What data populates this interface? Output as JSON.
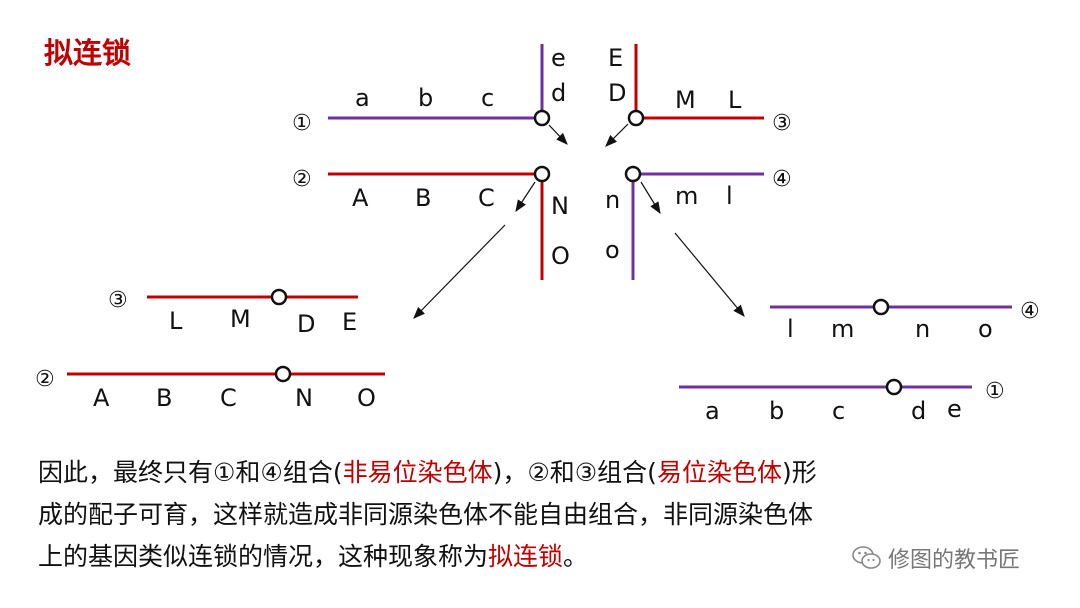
{
  "title": "拟连锁",
  "diagram": {
    "circled": {
      "one": "①",
      "two": "②",
      "three": "③",
      "four": "④"
    },
    "top": {
      "pair1": {
        "horizontal": [
          "a",
          "b",
          "c"
        ],
        "vertical": [
          "e",
          "d"
        ]
      },
      "pair3": {
        "horizontal": [
          "M",
          "L"
        ],
        "vertical": [
          "E",
          "D"
        ]
      },
      "pair2": {
        "horizontal": [
          "A",
          "B",
          "C"
        ],
        "vertical": [
          "N",
          "O"
        ]
      },
      "pair4": {
        "horizontal": [
          "m",
          "l"
        ],
        "vertical": [
          "n",
          "o"
        ]
      }
    },
    "result3": [
      "L",
      "M",
      "D",
      "E"
    ],
    "result2": [
      "A",
      "B",
      "C",
      "N",
      "O"
    ],
    "result4": [
      "l",
      "m",
      "n",
      "o"
    ],
    "result1": [
      "a",
      "b",
      "c",
      "d",
      "e"
    ],
    "colors": {
      "purple": "#7030a0",
      "red": "#c00000"
    }
  },
  "caption": {
    "line1_a": "因此，最终只有①和④组合(",
    "line1_hl1": "非易位染色体",
    "line1_b": ")，②和③组合(",
    "line1_hl2": "易位染色体",
    "line1_c": ")形",
    "line2": "成的配子可育，这样就造成非同源染色体不能自由组合，非同源染色体",
    "line3_a": "上的基因类似连锁的情况，这种现象称为",
    "line3_hl": "拟连锁",
    "line3_b": "。"
  },
  "watermark": {
    "icon": "wechat-icon",
    "text": "修图的教书匠"
  }
}
